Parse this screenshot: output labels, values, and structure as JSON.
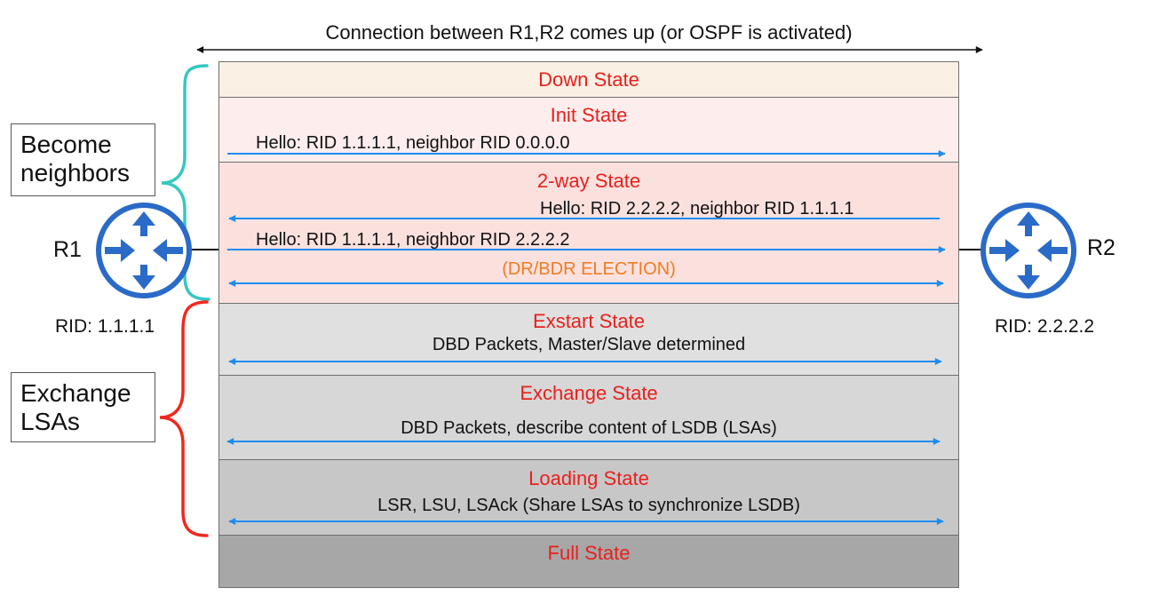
{
  "header": {
    "caption": "Connection between R1,R2 comes up (or OSPF is activated)"
  },
  "colors": {
    "state_text": "#e8201c",
    "election_text": "#f07b22",
    "arrow": "#1e8cf0",
    "router": "#2a6ac8",
    "brace_neighbors": "#36c7c2",
    "brace_lsas": "#f0281e"
  },
  "states": [
    {
      "name": "Down State",
      "fill": "#fbf0e4"
    },
    {
      "name": "Init State",
      "fill": "#fdeded"
    },
    {
      "name": "2-way State",
      "fill": "#fbe1de"
    },
    {
      "name": "Exstart State",
      "fill": "#e0e0e0"
    },
    {
      "name": "Exchange State",
      "fill": "#d7d7d7"
    },
    {
      "name": "Loading State",
      "fill": "#c7c7c7"
    },
    {
      "name": "Full State",
      "fill": "#a7a7a7"
    }
  ],
  "messages": {
    "init_hello": "Hello: RID 1.1.1.1, neighbor RID 0.0.0.0",
    "twoway_hello_r2": "Hello: RID 2.2.2.2, neighbor RID 1.1.1.1",
    "twoway_hello_r1": "Hello: RID 1.1.1.1, neighbor RID 2.2.2.2",
    "election": "(DR/BDR ELECTION)",
    "exstart": "DBD Packets, Master/Slave determined",
    "exchange": "DBD Packets, describe content of LSDB (LSAs)",
    "loading": "LSR, LSU, LSAck (Share LSAs to synchronize LSDB)"
  },
  "routers": [
    {
      "name": "R1",
      "rid": "RID: 1.1.1.1"
    },
    {
      "name": "R2",
      "rid": "RID: 2.2.2.2"
    }
  ],
  "phases": {
    "neighbors": "Become neighbors",
    "neighbors_line1": "Become",
    "neighbors_line2": "neighbors",
    "lsas": "Exchange LSAs",
    "lsas_line1": "Exchange",
    "lsas_line2": "LSAs"
  }
}
